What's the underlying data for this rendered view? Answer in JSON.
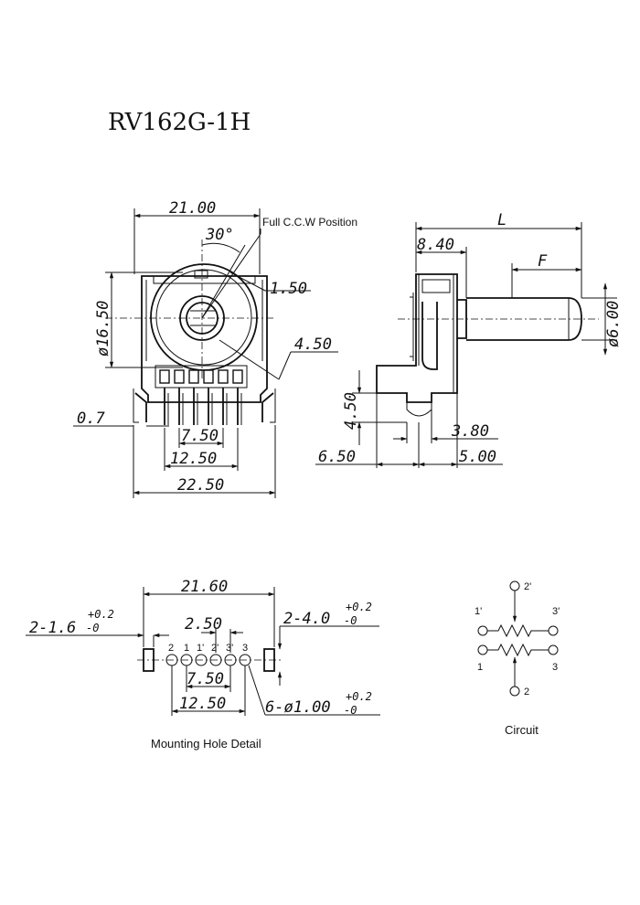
{
  "title": "RV162G-1H",
  "front_view": {
    "width_top": "21.00",
    "angle": "30°",
    "ccw_label": "Full C.C.W Position",
    "dim_150": "1.50",
    "diameter": "ø16.50",
    "dim_450": "4.50",
    "dim_07": "0.7",
    "pitch_750": "7.50",
    "pitch_1250": "12.50",
    "width_bottom": "22.50"
  },
  "side_view": {
    "L": "L",
    "dim_840": "8.40",
    "F": "F",
    "shaft_dia": "ø6.00",
    "dim_450": "4.50",
    "dim_380": "3.80",
    "dim_650": "6.50",
    "dim_500": "5.00"
  },
  "mounting": {
    "width": "21.60",
    "slot_left": "2-1.6",
    "slot_left_tol_plus": "+0.2",
    "slot_left_tol_minus": "-0",
    "slot_right": "2-4.0",
    "slot_right_tol_plus": "+0.2",
    "slot_right_tol_minus": "-0",
    "pitch_250": "2.50",
    "pitch_750": "7.50",
    "pitch_1250": "12.50",
    "holes": "6-ø1.00",
    "holes_tol_plus": "+0.2",
    "holes_tol_minus": "-0",
    "pins": [
      "2",
      "1",
      "1'",
      "2'",
      "3'",
      "3"
    ],
    "caption": "Mounting Hole Detail"
  },
  "circuit": {
    "caption": "Circuit",
    "pins": {
      "p2p": "2'",
      "p1p": "1'",
      "p3p": "3'",
      "p1": "1",
      "p3": "3",
      "p2": "2"
    }
  }
}
